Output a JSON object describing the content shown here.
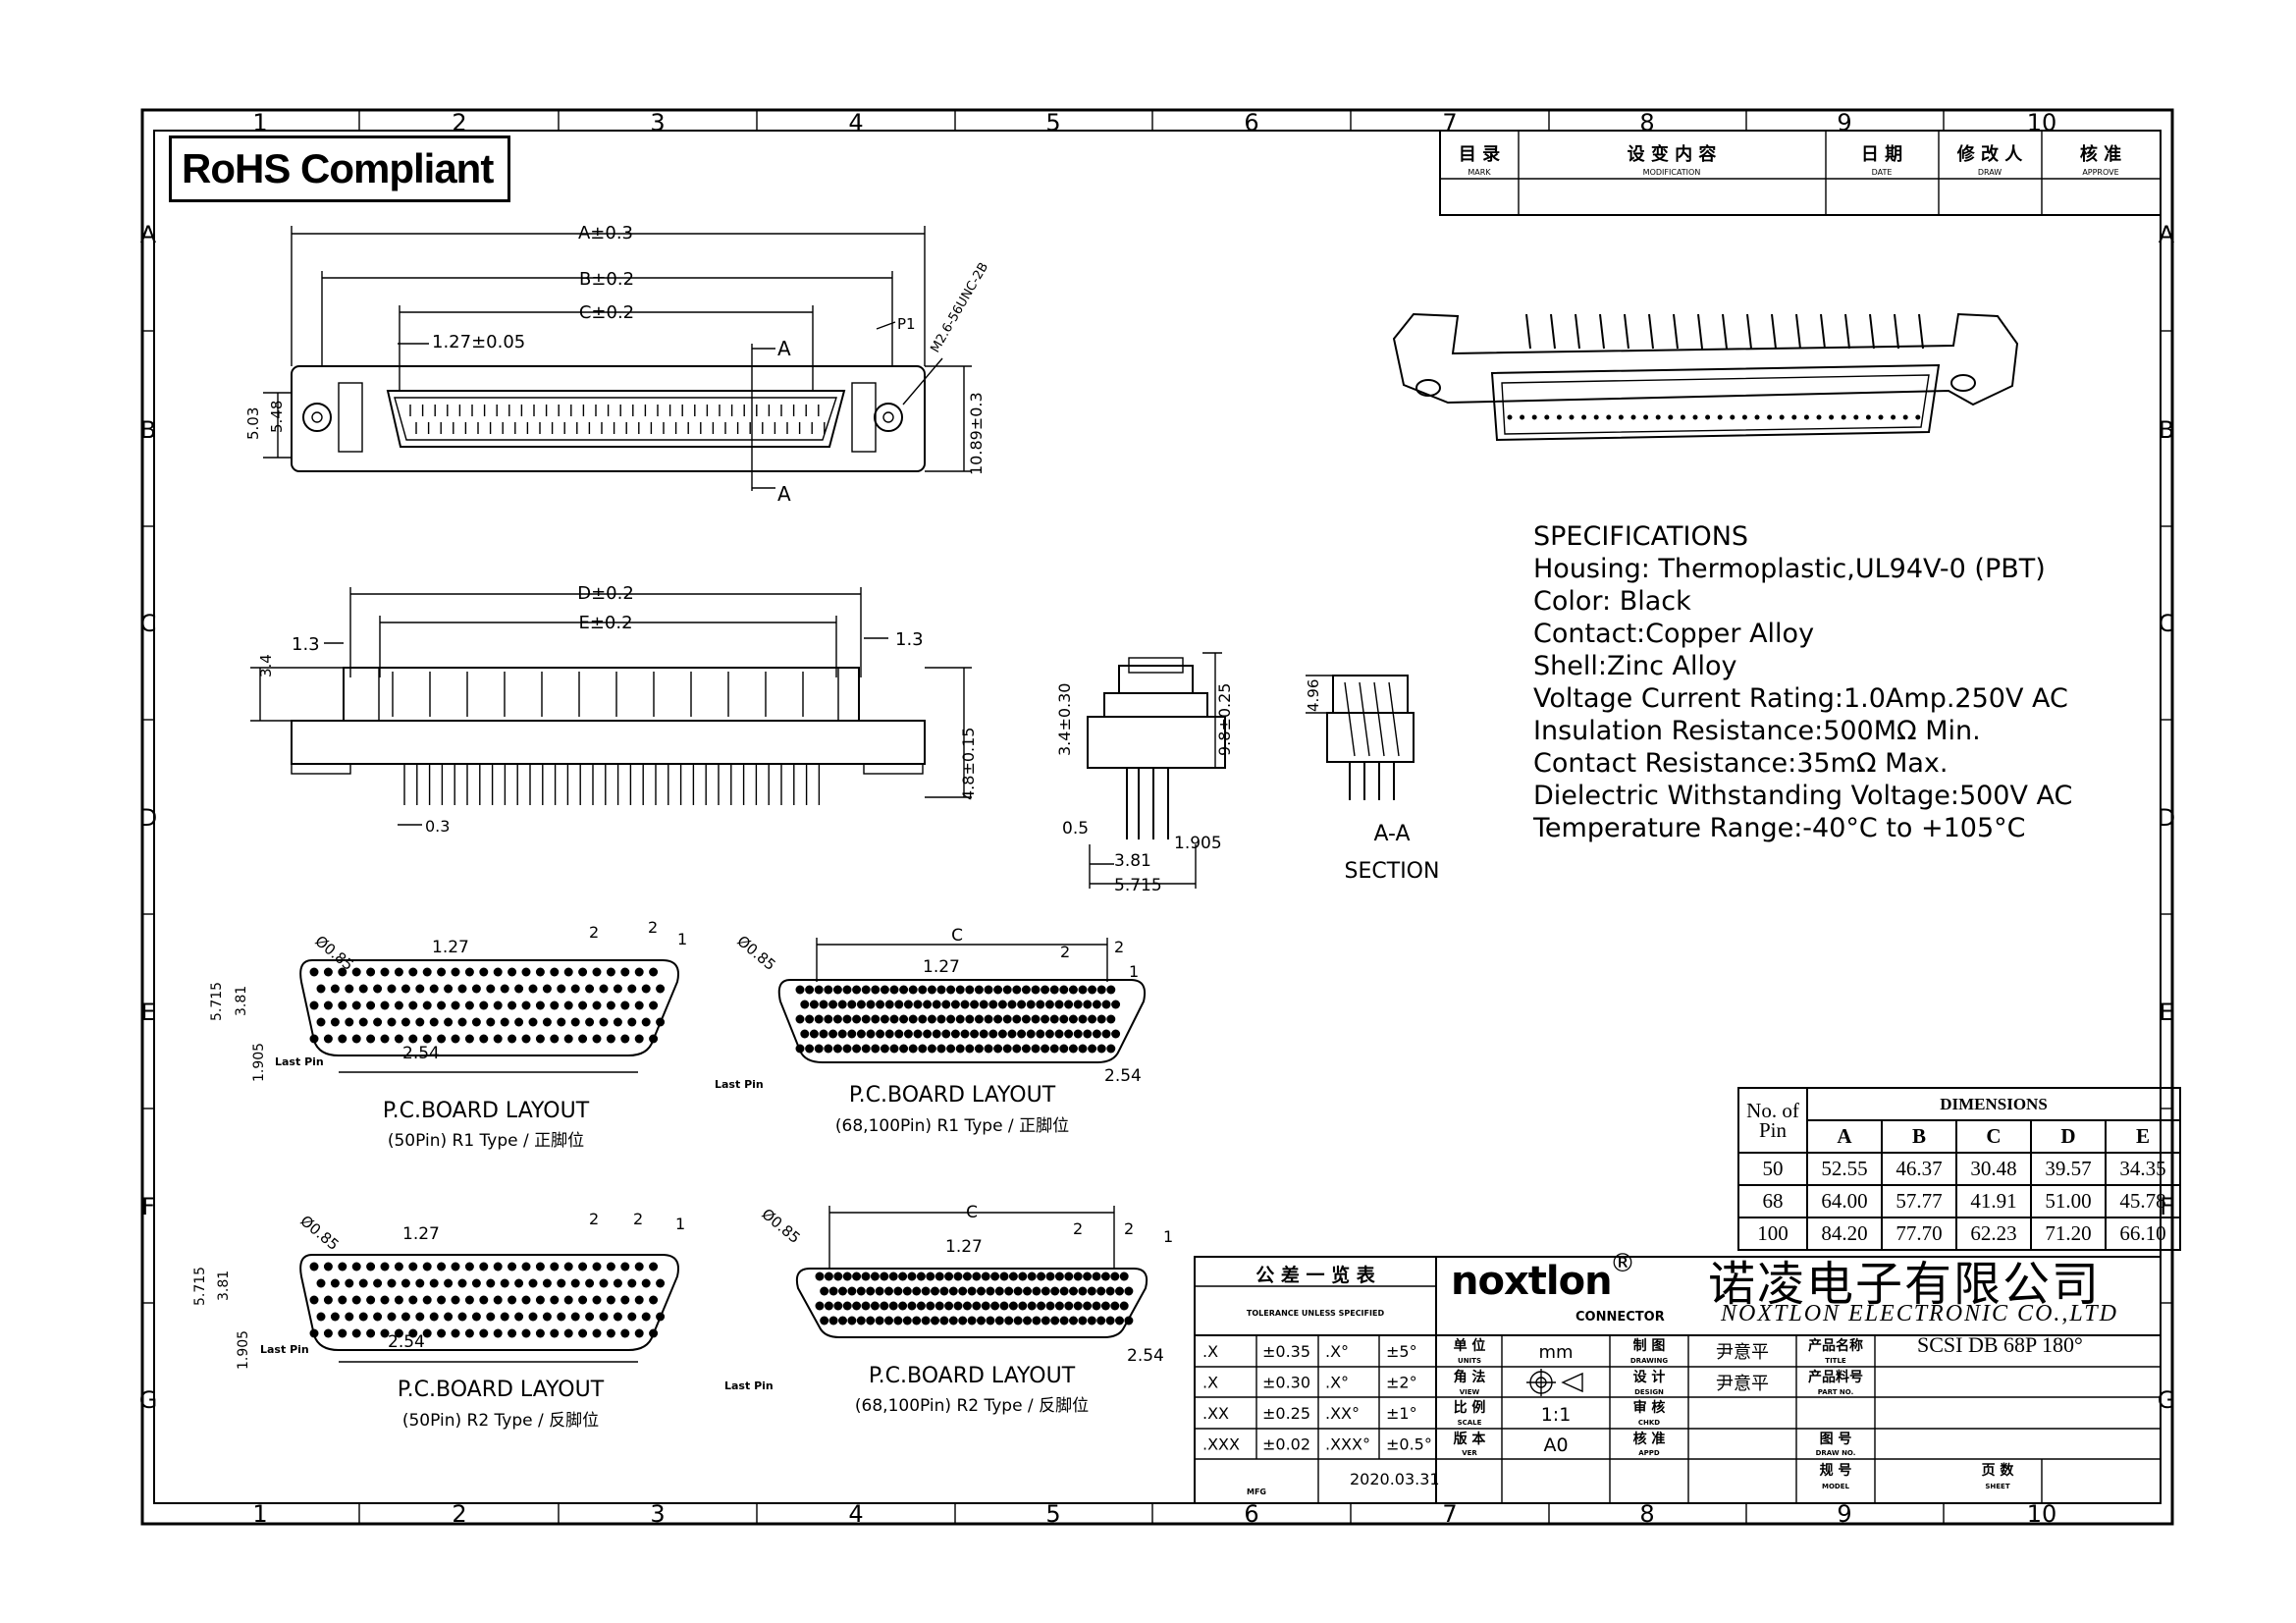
{
  "frame": {
    "col_labels": [
      "1",
      "2",
      "3",
      "4",
      "5",
      "6",
      "7",
      "8",
      "9",
      "10"
    ],
    "row_labels": [
      "A",
      "B",
      "C",
      "D",
      "E",
      "F",
      "G"
    ]
  },
  "rohs": "RoHS Compliant",
  "revision_block": {
    "headers": [
      "目 录",
      "设 变 内 容",
      "日 期",
      "修 改 人",
      "核 准"
    ],
    "subheaders": [
      "MARK",
      "MODIFICATION",
      "DATE",
      "DRAW",
      "APPROVE"
    ]
  },
  "dims": {
    "a": "A±0.3",
    "b": "B±0.2",
    "c": "C±0.2",
    "pitch": "1.27±0.05",
    "section_a": "A",
    "p1": "P1",
    "screw": "M2.6-56UNC-2B",
    "h503": "5.03",
    "h548": "5.48",
    "h1089": "10.89±0.3",
    "d": "D±0.2",
    "e": "E±0.2",
    "m13": "1.3",
    "m34": "3.4",
    "m48": "4.8±0.15",
    "m03": "0.3",
    "s34": "3.4±0.30",
    "s98": "9.8±0.25",
    "s05": "0.5",
    "s1905": "1.905",
    "s381": "3.81",
    "s5715": "5.715",
    "s496": "4.96",
    "section_aa": "A-A",
    "section": "SECTION",
    "phi": "Ø0.85",
    "p127": "1.27",
    "p254": "2.54",
    "p5715": "5.715",
    "p381": "3.81",
    "p1905": "1.905",
    "lastpin": "Last Pin",
    "pin1": "1",
    "pin2": "2",
    "cdim": "C"
  },
  "layouts": [
    {
      "title": "P.C.BOARD LAYOUT",
      "sub": "(50Pin) R1 Type / 正脚位"
    },
    {
      "title": "P.C.BOARD LAYOUT",
      "sub": "(68,100Pin) R1 Type / 正脚位"
    },
    {
      "title": "P.C.BOARD LAYOUT",
      "sub": "(50Pin) R2 Type / 反脚位"
    },
    {
      "title": "P.C.BOARD LAYOUT",
      "sub": "(68,100Pin) R2 Type / 反脚位"
    }
  ],
  "specifications": {
    "title": "SPECIFICATIONS",
    "lines": [
      "Housing: Thermoplastic,UL94V-0 (PBT)",
      "Color: Black",
      "Contact:Copper Alloy",
      "Shell:Zinc Alloy",
      "Voltage Current Rating:1.0Amp.250V AC",
      "Insulation Resistance:500MΩ   Min.",
      "Contact Resistance:35mΩ    Max.",
      "Dielectric Withstanding Voltage:500V AC",
      "Temperature Range:-40°C to +105°C"
    ]
  },
  "dimensions_table": {
    "h_no": "No. of",
    "h_pin": "Pin",
    "h_dims": "DIMENSIONS",
    "cols": [
      "A",
      "B",
      "C",
      "D",
      "E"
    ],
    "rows": [
      {
        "pin": "50",
        "a": "52.55",
        "b": "46.37",
        "c": "30.48",
        "d": "39.57",
        "e": "34.35"
      },
      {
        "pin": "68",
        "a": "64.00",
        "b": "57.77",
        "c": "41.91",
        "d": "51.00",
        "e": "45.78"
      },
      {
        "pin": "100",
        "a": "84.20",
        "b": "77.70",
        "c": "62.23",
        "d": "71.20",
        "e": "66.10"
      }
    ]
  },
  "title_block": {
    "tol_title": "公 差 一 览 表",
    "tol_sub": "TOLERANCE UNLESS SPECIFIED",
    "tol": [
      [
        ".X",
        "±0.35",
        ".X°",
        "±5°"
      ],
      [
        ".X",
        "±0.30",
        ".X°",
        "±2°"
      ],
      [
        ".XX",
        "±0.25",
        ".XX°",
        "±1°"
      ],
      [
        ".XXX",
        "±0.02",
        ".XXX°",
        "±0.5°"
      ]
    ],
    "mfg": "MFG",
    "date": "2020.03.31",
    "logo": "noxtlon",
    "logo_reg": "®",
    "logo_sub": "CONNECTOR",
    "company_cn": "诺凌电子有限公司",
    "company_en": "NOXTLON ELECTRONIC CO.,LTD",
    "unit_label": "单 位",
    "unit_sub": "UNITS",
    "unit": "mm",
    "view_label": "角 法",
    "view_sub": "VIEW",
    "scale_label": "比 例",
    "scale_sub": "SCALE",
    "scale": "1:1",
    "ver_label": "版 本",
    "ver_sub": "VER",
    "ver": "A0",
    "draw_label": "制 图",
    "draw_sub": "DRAWING",
    "draw_name": "尹意平",
    "design_label": "设 计",
    "design_sub": "DESIGN",
    "design_name": "尹意平",
    "check_label": "审 核",
    "check_sub": "CHKD",
    "appd_label": "核 准",
    "appd_sub": "APPD",
    "title_label": "产品名称",
    "title_sub": "TITLE",
    "title": "SCSI DB 68P 180°",
    "part_label": "产品料号",
    "part_sub": "PART NO.",
    "dwg_label": "图 号",
    "dwg_sub": "DRAW NO.",
    "model_label": "规 号",
    "model_sub": "MODEL",
    "sheet_label": "页 数",
    "sheet_sub": "SHEET"
  }
}
